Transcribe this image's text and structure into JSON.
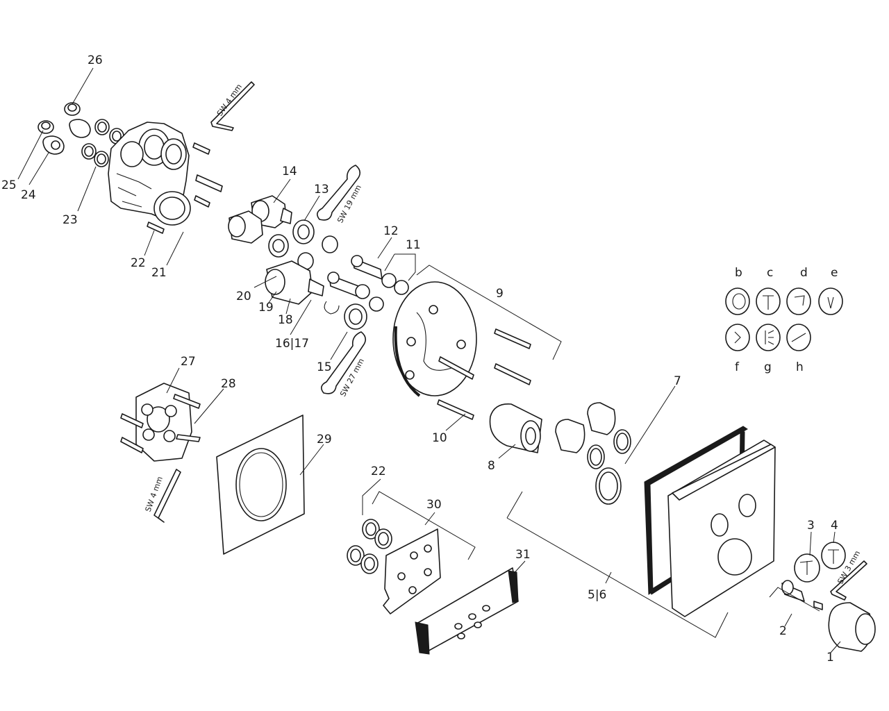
{
  "labels": {
    "n1": "1",
    "n2": "2",
    "n3": "3",
    "n4": "4",
    "n56": "5|6",
    "n7": "7",
    "n8": "8",
    "n9": "9",
    "n10": "10",
    "n11": "11",
    "n12": "12",
    "n13": "13",
    "n14": "14",
    "n15": "15",
    "n1617": "16|17",
    "n18": "18",
    "n19": "19",
    "n20": "20",
    "n21": "21",
    "n22a": "22",
    "n22b": "22",
    "n23": "23",
    "n24": "24",
    "n25": "25",
    "n26": "26",
    "n27": "27",
    "n28": "28",
    "n29": "29",
    "n30": "30",
    "n31": "31",
    "b": "b",
    "c": "c",
    "d": "d",
    "e": "e",
    "f": "f",
    "g": "g",
    "h": "h"
  },
  "tools": {
    "sw4_top": "SW 4 mm",
    "sw19": "SW 19 mm",
    "sw27": "SW 27 mm",
    "sw4_bottom": "SW 4 mm",
    "sw3": "SW 3 mm"
  }
}
